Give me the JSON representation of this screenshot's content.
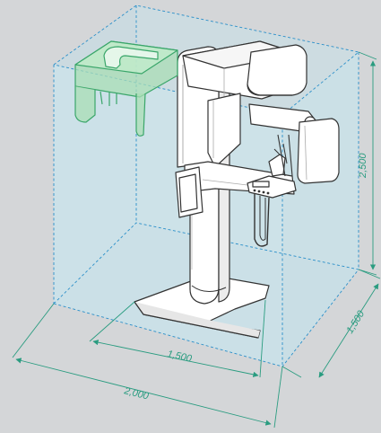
{
  "dimensions": {
    "total_width": "2,000",
    "room_width": "1,500",
    "room_depth": "1,500",
    "room_height": "2,500"
  },
  "colors": {
    "background": "#d4d6d8",
    "room_fill": "#c8e6ee",
    "room_edge": "#2a8fc9",
    "dimension": "#2a9c80",
    "highlight_fill": "#a9ddb6",
    "highlight_stroke": "#3aa66a",
    "device_fill": "#ffffff",
    "device_stroke": "#333333"
  },
  "icons": [
    "dimension-arrow-icon"
  ]
}
